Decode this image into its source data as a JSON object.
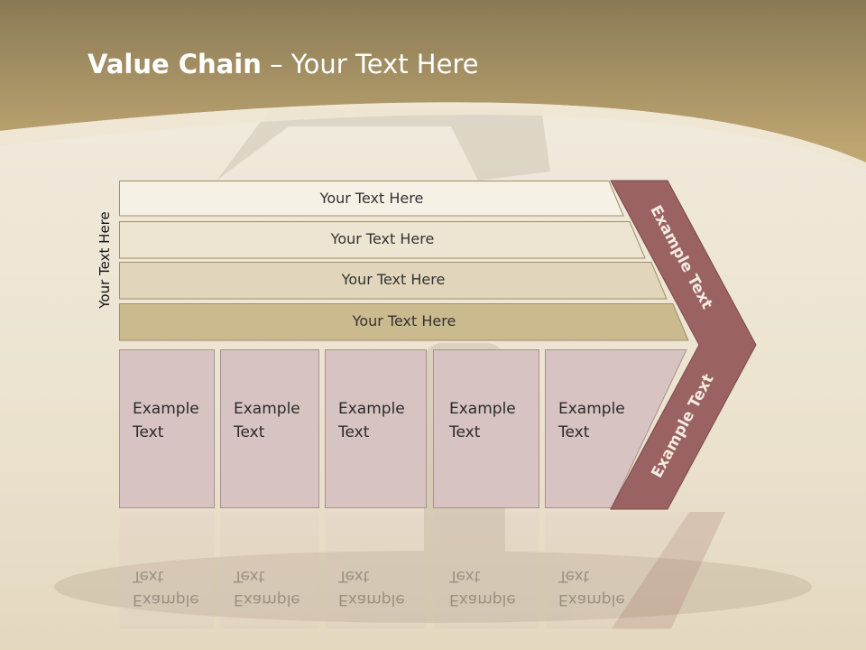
{
  "slide": {
    "title_bold": "Value Chain",
    "title_rest": " – Your Text Here",
    "side_label": "Your Text Here",
    "bars": [
      {
        "label": "Your Text Here"
      },
      {
        "label": "Your Text Here"
      },
      {
        "label": "Your Text Here"
      },
      {
        "label": "Your Text Here"
      }
    ],
    "boxes": [
      {
        "line1": "Example",
        "line2": "Text"
      },
      {
        "line1": "Example",
        "line2": "Text"
      },
      {
        "line1": "Example",
        "line2": "Text"
      },
      {
        "line1": "Example",
        "line2": "Text"
      },
      {
        "line1": "Example",
        "line2": "Text"
      }
    ],
    "chevron_top_label": "Example Text",
    "chevron_bottom_label": "Example Text"
  },
  "colors": {
    "header_gold": "#b49d64",
    "bar1": "#f6f1e5",
    "bar2": "#ede4d1",
    "bar3": "#e1d6bb",
    "bar4": "#cbba8e",
    "box": "#d8c3c3",
    "chevron": "#9a6262"
  }
}
